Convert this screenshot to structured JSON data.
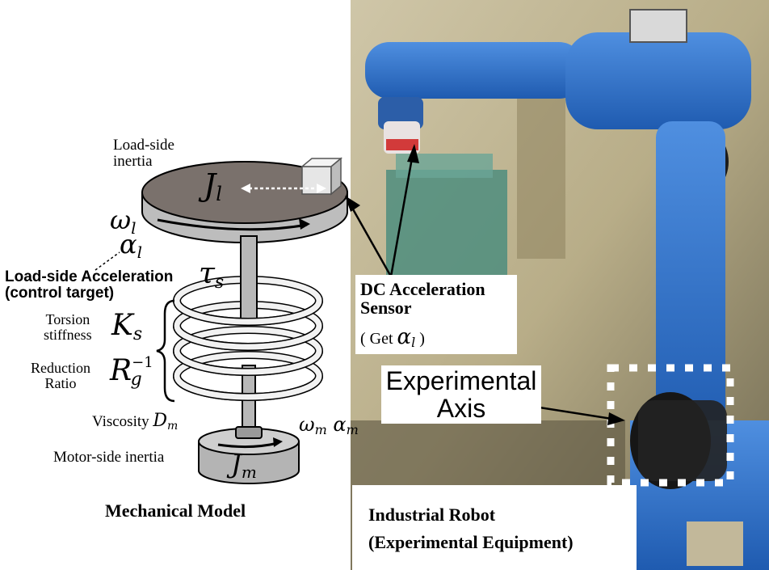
{
  "model": {
    "caption": "Mechanical Model",
    "load_side_inertia_label": "Load-side\ninertia",
    "load_inertia_symbol": "J",
    "load_inertia_sub": "l",
    "omega_l": "ω",
    "omega_l_sub": "l",
    "alpha_l": "α",
    "alpha_l_sub": "l",
    "tau_s": "τ",
    "tau_s_sub": "s",
    "load_accel_line1": "Load-side Acceleration",
    "load_accel_line2": "(control target)",
    "torsion_label": "Torsion\nstiffness",
    "k_s": "K",
    "k_s_sub": "s",
    "reduction_label": "Reduction\nRatio",
    "r_g": "R",
    "r_g_sup": "−1",
    "r_g_sub": "g",
    "viscosity_label": "Viscosity",
    "d_m": "D",
    "d_m_sub": "m",
    "omega_m": "ω",
    "omega_m_sub": "m",
    "alpha_m": "α",
    "alpha_m_sub": "m",
    "motor_side_label": "Motor-side inertia",
    "motor_inertia_symbol": "J",
    "motor_inertia_sub": "m"
  },
  "robot": {
    "caption_line1": "Industrial Robot",
    "caption_line2": "(Experimental Equipment)",
    "sensor_line1": "DC Acceleration",
    "sensor_line2": "Sensor",
    "sensor_line3": "( Get",
    "sensor_alpha": "α",
    "sensor_alpha_sub": "l",
    "sensor_close": ")",
    "axis_line1": "Experimental",
    "axis_line2": "Axis"
  },
  "colors": {
    "robot_blue": "#2f6fc4",
    "disk_top": "#7a716c",
    "disk_side": "#bdbdbd",
    "motor_top": "#cfcfcf",
    "motor_side": "#b4b4b4"
  }
}
